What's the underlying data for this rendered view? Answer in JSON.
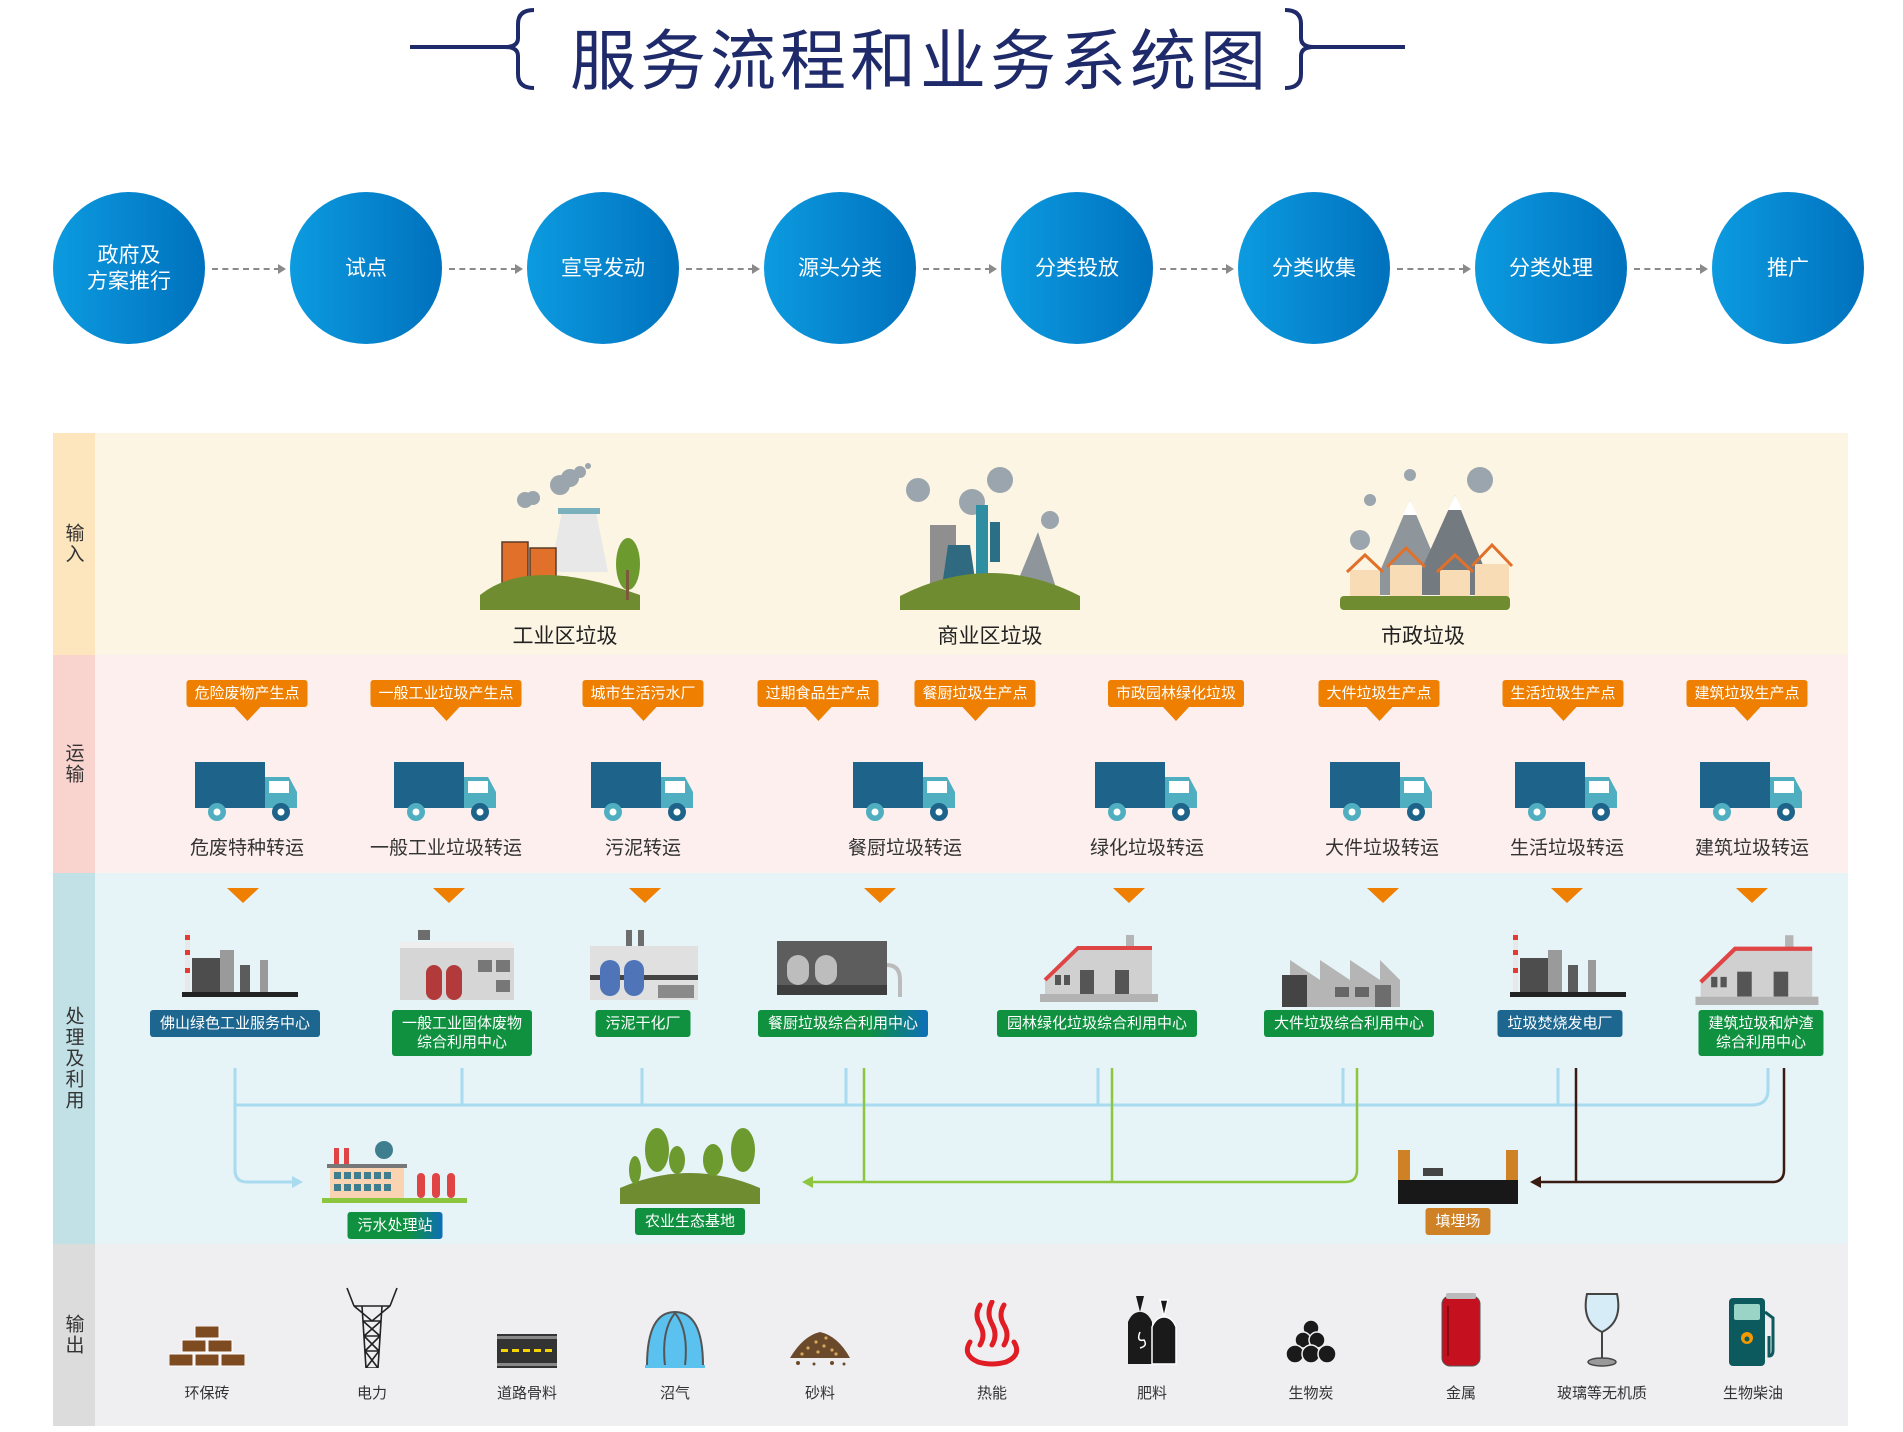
{
  "title": "服务流程和业务系统图",
  "process_steps": [
    {
      "label": "政府及\n方案推行"
    },
    {
      "label": "试点"
    },
    {
      "label": "宣导发动"
    },
    {
      "label": "源头分类"
    },
    {
      "label": "分类投放"
    },
    {
      "label": "分类收集"
    },
    {
      "label": "分类处理"
    },
    {
      "label": "推广"
    }
  ],
  "sections": {
    "input": "输入",
    "transport": "运输",
    "process": "处理及利用",
    "output": "输出"
  },
  "input_sources": [
    {
      "label": "工业区垃圾",
      "icon": "industrial-zone-icon"
    },
    {
      "label": "商业区垃圾",
      "icon": "commercial-zone-icon"
    },
    {
      "label": "市政垃圾",
      "icon": "municipal-zone-icon"
    }
  ],
  "collection_points": [
    "危险废物产生点",
    "一般工业垃圾产生点",
    "城市生活污水厂",
    "过期食品生产点",
    "餐厨垃圾生产点",
    "市政园林绿化垃圾",
    "大件垃圾生产点",
    "生活垃圾生产点",
    "建筑垃圾生产点"
  ],
  "transports": [
    "危废特种转运",
    "一般工业垃圾转运",
    "污泥转运",
    "餐厨垃圾转运",
    "绿化垃圾转运",
    "大件垃圾转运",
    "生活垃圾转运",
    "建筑垃圾转运"
  ],
  "facilities": [
    {
      "label": "佛山绿色工业服务中心",
      "style": "blue"
    },
    {
      "label": "一般工业固体废物\n综合利用中心",
      "style": "green"
    },
    {
      "label": "污泥干化厂",
      "style": "green"
    },
    {
      "label": "餐厨垃圾综合利用中心",
      "style": "grad"
    },
    {
      "label": "园林绿化垃圾综合利用中心",
      "style": "green"
    },
    {
      "label": "大件垃圾综合利用中心",
      "style": "green"
    },
    {
      "label": "垃圾焚烧发电厂",
      "style": "blue"
    },
    {
      "label": "建筑垃圾和炉渣\n综合利用中心",
      "style": "green"
    }
  ],
  "destinations": [
    {
      "label": "污水处理站",
      "style": "grad"
    },
    {
      "label": "农业生态基地",
      "style": "green"
    },
    {
      "label": "填埋场",
      "style": "orange"
    }
  ],
  "outputs": [
    {
      "label": "环保砖",
      "icon": "brick-icon"
    },
    {
      "label": "电力",
      "icon": "power-tower-icon"
    },
    {
      "label": "道路骨料",
      "icon": "road-icon"
    },
    {
      "label": "沼气",
      "icon": "biogas-dome-icon"
    },
    {
      "label": "砂料",
      "icon": "sand-pile-icon"
    },
    {
      "label": "热能",
      "icon": "heat-icon"
    },
    {
      "label": "肥料",
      "icon": "fertilizer-bag-icon"
    },
    {
      "label": "生物炭",
      "icon": "biochar-icon"
    },
    {
      "label": "金属",
      "icon": "metal-can-icon"
    },
    {
      "label": "玻璃等无机质",
      "icon": "wine-glass-icon"
    },
    {
      "label": "生物柴油",
      "icon": "fuel-pump-icon"
    }
  ],
  "colors": {
    "title": "#1f2a6b",
    "circle_start": "#0c9be0",
    "circle_end": "#0071bd",
    "tag": "#ee7f00",
    "truck_body": "#1e6389",
    "truck_cab": "#4fafc0",
    "blue_line": "#a9dbf0",
    "green_line": "#8cc63f",
    "brown_line": "#3a1b12"
  }
}
